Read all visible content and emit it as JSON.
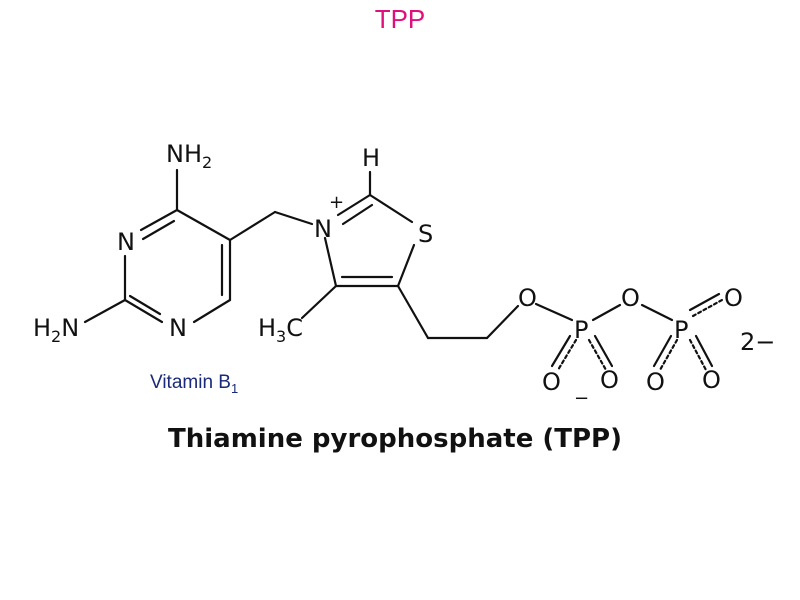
{
  "slide": {
    "title": "TPP"
  },
  "vitamin_label": {
    "text": "Vitamin B",
    "subscript": "1"
  },
  "molecule": {
    "name": "Thiamine pyrophosphate (TPP)",
    "atoms": {
      "nh2_top": "NH",
      "nh2_top_sub": "2",
      "h2n_left": "H",
      "h2n_left_sub": "2",
      "h2n_left_n": "N",
      "ring_n1": "N",
      "ring_n3": "N",
      "thiazolium_n": "N",
      "thiazolium_s": "S",
      "c2_h": "H",
      "methyl_h": "H",
      "methyl_sub": "3",
      "methyl_c": "C",
      "ester_o": "O",
      "bridge_o": "O",
      "p1": "P",
      "p2": "P",
      "o_p1_below_left": "O",
      "o_p1_below_right": "O",
      "o_p2_above_right": "O",
      "o_p2_below_left": "O",
      "o_p2_below_right": "O"
    },
    "charges": {
      "nitrogen": "+",
      "oxygen_minus": "−",
      "overall": "2−"
    }
  }
}
